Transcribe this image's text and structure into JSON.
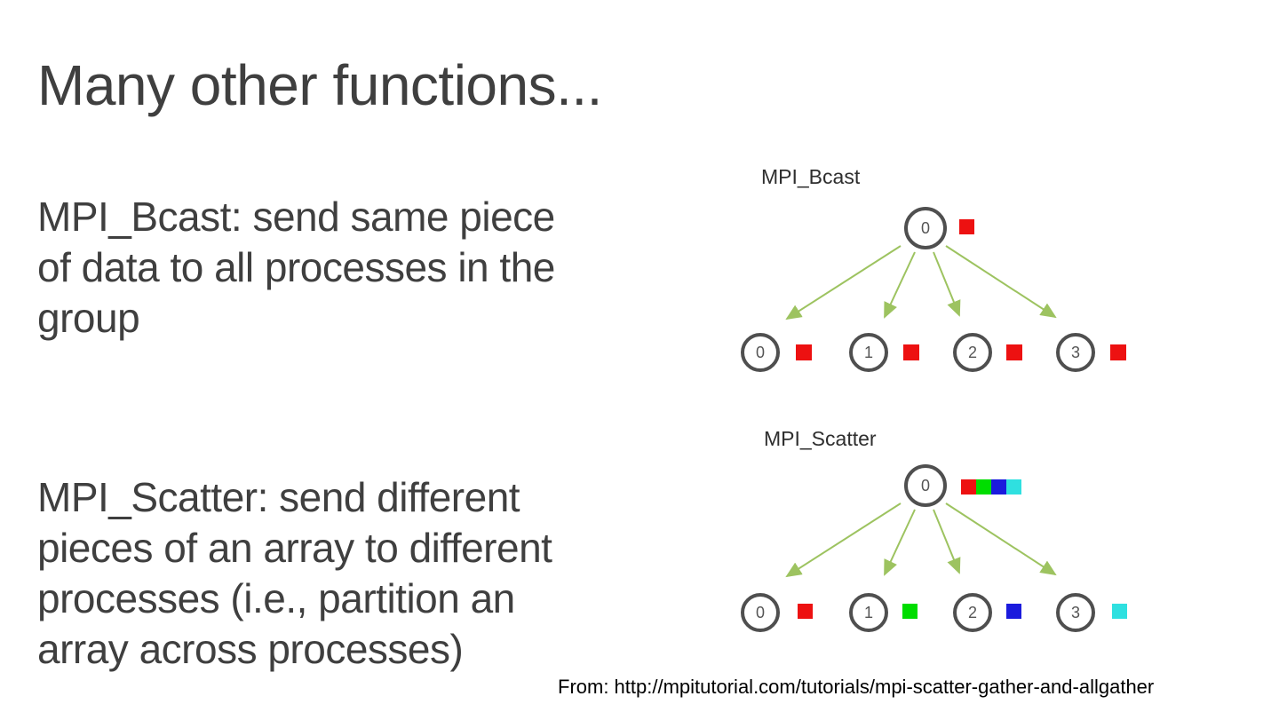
{
  "colors": {
    "title_text": "#3f3f3f",
    "body_text": "#3f3f3f",
    "footer_text": "#000000",
    "circle_stroke": "#4f4f4f",
    "node_number": "#555555",
    "arrow_green": "#9dc360",
    "red": "#ed1111",
    "green": "#00dd00",
    "blue": "#1b1bdd",
    "cyan": "#2fe0e0"
  },
  "slide": {
    "title": "Many other functions...",
    "bcast_lines": [
      "MPI_Bcast: send same piece",
      "of data to all processes in the",
      "group"
    ],
    "scatter_lines": [
      "MPI_Scatter: send different",
      "pieces of an array to different",
      "processes (i.e., partition an",
      "array across processes)"
    ],
    "attribution": "From: http://mpitutorial.com/tutorials/mpi-scatter-gather-and-allgather"
  },
  "diagrams": {
    "bcast": {
      "label": "MPI_Bcast",
      "root": {
        "id": "0",
        "data": [
          "red"
        ]
      },
      "children": [
        {
          "id": "0",
          "data": [
            "red"
          ]
        },
        {
          "id": "1",
          "data": [
            "red"
          ]
        },
        {
          "id": "2",
          "data": [
            "red"
          ]
        },
        {
          "id": "3",
          "data": [
            "red"
          ]
        }
      ]
    },
    "scatter": {
      "label": "MPI_Scatter",
      "root": {
        "id": "0",
        "data": [
          "red",
          "green",
          "blue",
          "cyan"
        ]
      },
      "children": [
        {
          "id": "0",
          "data": [
            "red"
          ]
        },
        {
          "id": "1",
          "data": [
            "green"
          ]
        },
        {
          "id": "2",
          "data": [
            "blue"
          ]
        },
        {
          "id": "3",
          "data": [
            "cyan"
          ]
        }
      ]
    }
  }
}
